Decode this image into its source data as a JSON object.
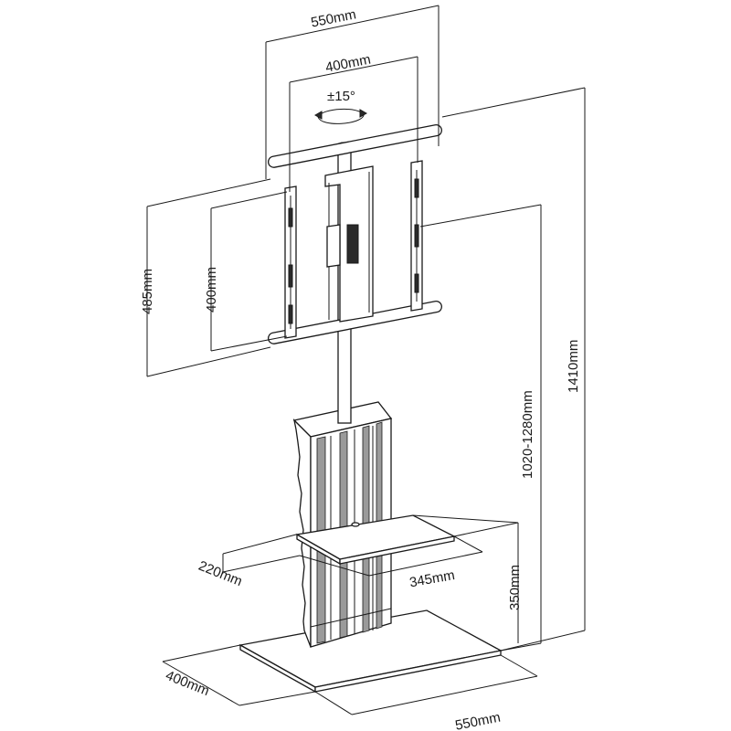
{
  "dimensions": {
    "mount_width_outer": "550mm",
    "mount_width_inner": "400mm",
    "tilt": "±15°",
    "mount_height_outer": "485mm",
    "mount_height_inner": "400mm",
    "height_range": "1020-1280mm",
    "total_height": "1410mm",
    "shelf_depth": "220mm",
    "shelf_width": "345mm",
    "shelf_height": "350mm",
    "base_depth": "400mm",
    "base_width": "550mm"
  },
  "colors": {
    "line": "#1a1a1a",
    "dark_part": "#2a2a2a",
    "mid_part": "#9a9a9a"
  }
}
